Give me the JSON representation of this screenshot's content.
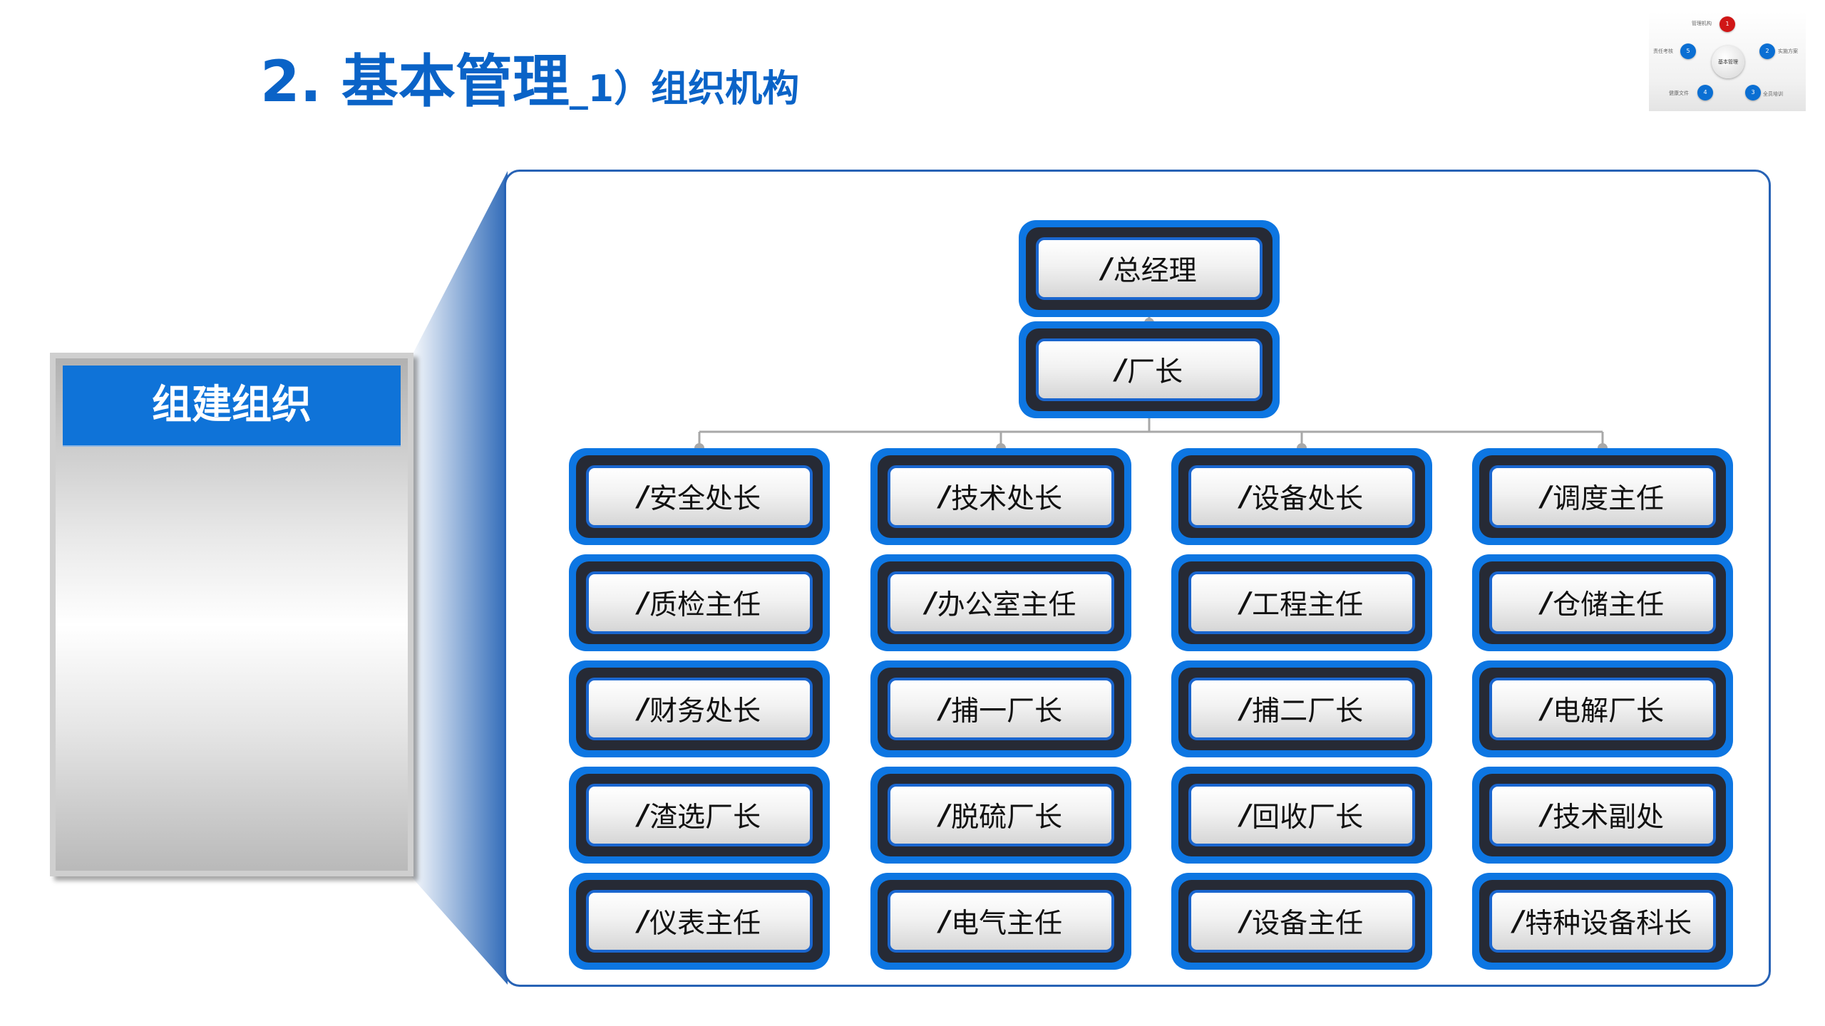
{
  "header": {
    "title_main": "2. 基本管理",
    "title_sub": "_1）组织机构"
  },
  "thumbnail": {
    "hub_text": "基本管理",
    "items": [
      {
        "num": "1",
        "label": "管理机构",
        "accent": "#d01616"
      },
      {
        "num": "2",
        "label": "实施方案",
        "accent": "#0b6fd3"
      },
      {
        "num": "3",
        "label": "全员培训",
        "accent": "#0b6fd3"
      },
      {
        "num": "4",
        "label": "健康文件",
        "accent": "#0b6fd3"
      },
      {
        "num": "5",
        "label": "责任考核",
        "accent": "#0b6fd3"
      }
    ]
  },
  "left_panel": {
    "heading": "组建组织"
  },
  "org_chart": {
    "top": [
      {
        "slash": "/",
        "title": "总经理"
      },
      {
        "slash": "/",
        "title": "厂长"
      }
    ],
    "grid": [
      [
        {
          "slash": "/",
          "title": "安全处长"
        },
        {
          "slash": "/",
          "title": "技术处长"
        },
        {
          "slash": "/",
          "title": "设备处长"
        },
        {
          "slash": "/",
          "title": "调度主任"
        }
      ],
      [
        {
          "slash": "/",
          "title": "质检主任"
        },
        {
          "slash": "/",
          "title": "办公室主任"
        },
        {
          "slash": "/",
          "title": "工程主任"
        },
        {
          "slash": "/",
          "title": "仓储主任"
        }
      ],
      [
        {
          "slash": "/",
          "title": "财务处长"
        },
        {
          "slash": "/",
          "title": "捕一厂长"
        },
        {
          "slash": "/",
          "title": "捕二厂长"
        },
        {
          "slash": "/",
          "title": "电解厂长"
        }
      ],
      [
        {
          "slash": "/",
          "title": "渣选厂长"
        },
        {
          "slash": "/",
          "title": "脱硫厂长"
        },
        {
          "slash": "/",
          "title": "回收厂长"
        },
        {
          "slash": "/",
          "title": "技术副处"
        }
      ],
      [
        {
          "slash": "/",
          "title": "仪表主任"
        },
        {
          "slash": "/",
          "title": "电气主任"
        },
        {
          "slash": "/",
          "title": "设备主任"
        },
        {
          "slash": "/",
          "title": "特种设备科长"
        }
      ]
    ]
  },
  "colors": {
    "brand_blue": "#0a63c7",
    "node_outer": "#0d76e2",
    "node_ring": "#262a35",
    "frame_border": "#2762b5"
  }
}
